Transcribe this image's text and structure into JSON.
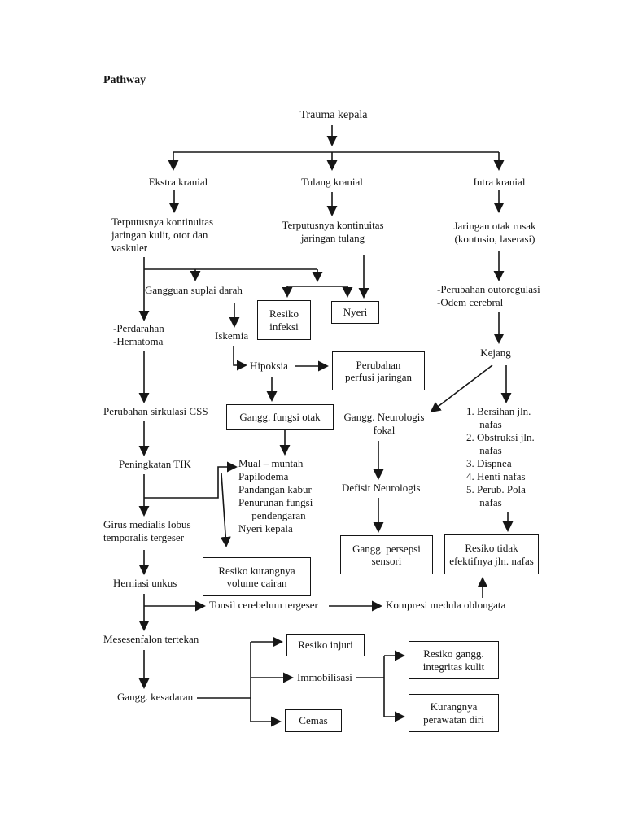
{
  "page": {
    "title": "Pathway"
  },
  "diagram": {
    "topic": "Trauma kepala",
    "line_color": "#161616",
    "background": "#ffffff"
  },
  "nodes": {
    "trauma": "Trauma kepala",
    "ekstra": "Ekstra kranial",
    "tulang": "Tulang kranial",
    "intra": "Intra kranial",
    "terputus_kulit": "Terputusnya kontinuitas\njaringan kulit, otot dan\nvaskuler",
    "terputus_tulang": "Terputusnya kontinuitas\njaringan tulang",
    "jaringan_otak": "Jaringan otak rusak\n(kontusio, laserasi)",
    "gangguan_suplai": "Gangguan suplai darah",
    "perdarahan": "-Perdarahan\n-Hematoma",
    "resiko_infeksi": "Resiko\ninfeksi",
    "nyeri": "Nyeri",
    "iskemia": "Iskemia",
    "hipoksia": "Hipoksia",
    "perubahan_perfusi": "Perubahan\nperfusi jaringan",
    "outoregulasi": "-Perubahan outoregulasi\n-Odem cerebral",
    "kejang": "Kejang",
    "sirkulasi_css": "Perubahan sirkulasi CSS",
    "gangg_fungsi_otak": "Gangg. fungsi otak",
    "gangg_neurologis": "Gangg. Neurologis\nfokal",
    "jalan_nafas_list": "1. Bersihan jln.\n     nafas\n2. Obstruksi jln.\n     nafas\n3. Dispnea\n4. Henti nafas\n5. Perub. Pola\n     nafas",
    "peningkatan_tik": "Peningkatan TIK",
    "mual_list": "Mual – muntah\nPapilodema\nPandangan kabur\nPenurunan fungsi\n     pendengaran\nNyeri kepala",
    "defisit": "Defisit Neurologis",
    "girus": "Girus medialis lobus\ntemporalis tergeser",
    "gangg_persepsi": "Gangg. persepsi\nsensori",
    "resiko_tidak_efektif": "Resiko tidak\nefektifnya jln. nafas",
    "resiko_kurangnya": "Resiko kurangnya\nvolume cairan",
    "herniasi": "Herniasi unkus",
    "tonsil": "Tonsil cerebelum tergeser",
    "kompresi": "Kompresi medula oblongata",
    "mesesenfalon": "Mesesenfalon tertekan",
    "gangg_kesadaran": "Gangg. kesadaran",
    "resiko_injuri": "Resiko injuri",
    "immobilisasi": "Immobilisasi",
    "cemas": "Cemas",
    "resiko_integritas": "Resiko gangg.\nintegritas kulit",
    "kurangnya_perawatan": "Kurangnya\nperawatan diri"
  },
  "edges": [
    {
      "from": "trauma",
      "to": "ekstra"
    },
    {
      "from": "trauma",
      "to": "tulang"
    },
    {
      "from": "trauma",
      "to": "intra"
    },
    {
      "from": "ekstra",
      "to": "terputus_kulit"
    },
    {
      "from": "tulang",
      "to": "terputus_tulang"
    },
    {
      "from": "intra",
      "to": "jaringan_otak"
    },
    {
      "from": "terputus_kulit",
      "to": "gangguan_suplai"
    },
    {
      "from": "terputus_kulit",
      "to": "perdarahan"
    },
    {
      "from": "terputus_kulit",
      "to": "resiko_infeksi"
    },
    {
      "from": "terputus_kulit",
      "to": "nyeri"
    },
    {
      "from": "terputus_tulang",
      "to": "nyeri"
    },
    {
      "from": "jaringan_otak",
      "to": "outoregulasi"
    },
    {
      "from": "outoregulasi",
      "to": "kejang"
    },
    {
      "from": "gangguan_suplai",
      "to": "iskemia"
    },
    {
      "from": "iskemia",
      "to": "hipoksia"
    },
    {
      "from": "hipoksia",
      "to": "perubahan_perfusi"
    },
    {
      "from": "hipoksia",
      "to": "gangg_fungsi_otak"
    },
    {
      "from": "gangg_fungsi_otak",
      "to": "mual_list"
    },
    {
      "from": "perdarahan",
      "to": "sirkulasi_css"
    },
    {
      "from": "sirkulasi_css",
      "to": "peningkatan_tik"
    },
    {
      "from": "peningkatan_tik",
      "to": "girus"
    },
    {
      "from": "peningkatan_tik",
      "to": "mual_list"
    },
    {
      "from": "peningkatan_tik",
      "to": "resiko_kurangnya"
    },
    {
      "from": "kejang",
      "to": "gangg_neurologis"
    },
    {
      "from": "kejang",
      "to": "jalan_nafas_list"
    },
    {
      "from": "jalan_nafas_list",
      "to": "resiko_tidak_efektif"
    },
    {
      "from": "gangg_neurologis",
      "to": "defisit"
    },
    {
      "from": "defisit",
      "to": "gangg_persepsi"
    },
    {
      "from": "girus",
      "to": "herniasi"
    },
    {
      "from": "herniasi",
      "to": "tonsil"
    },
    {
      "from": "herniasi",
      "to": "mesesenfalon"
    },
    {
      "from": "tonsil",
      "to": "kompresi"
    },
    {
      "from": "kompresi",
      "to": "resiko_tidak_efektif"
    },
    {
      "from": "mesesenfalon",
      "to": "gangg_kesadaran"
    },
    {
      "from": "gangg_kesadaran",
      "to": "resiko_injuri"
    },
    {
      "from": "gangg_kesadaran",
      "to": "immobilisasi"
    },
    {
      "from": "gangg_kesadaran",
      "to": "cemas"
    },
    {
      "from": "immobilisasi",
      "to": "resiko_integritas"
    },
    {
      "from": "immobilisasi",
      "to": "kurangnya_perawatan"
    }
  ]
}
